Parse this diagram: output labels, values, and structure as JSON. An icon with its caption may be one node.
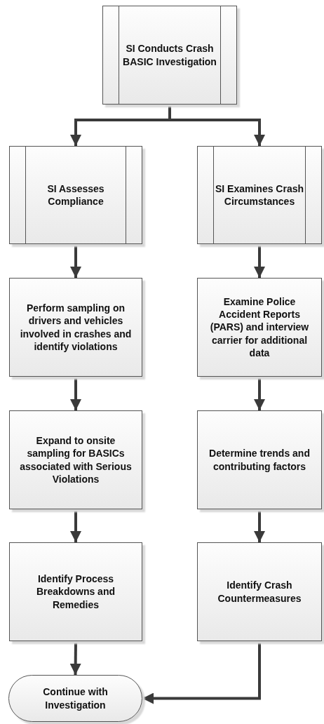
{
  "diagram": {
    "nodes": [
      {
        "text": [
          "SI Conducts Crash BASIC Investigation"
        ]
      },
      {
        "text": [
          "SI Assesses Compliance"
        ]
      },
      {
        "text": [
          "SI Examines Crash Circumstances"
        ]
      },
      {
        "text": [
          "Perform sampling on drivers and vehicles involved in crashes and identify violations"
        ]
      },
      {
        "text": [
          "Examine Police Accident Reports (PARS) and interview carrier for additional data"
        ]
      },
      {
        "text": [
          "Expand to onsite sampling for BASICs associated with Serious Violations"
        ]
      },
      {
        "text": [
          "Determine trends and contributing factors"
        ]
      },
      {
        "text": [
          "Identify Process Breakdowns and Remedies"
        ]
      },
      {
        "text": [
          "Identify Crash Countermeasures"
        ]
      },
      {
        "text": [
          "Continue with Investigation"
        ]
      }
    ],
    "edges": [
      {
        "from": 0,
        "to": 1,
        "arrow": "to"
      },
      {
        "from": 0,
        "to": 2,
        "arrow": "to"
      },
      {
        "from": 1,
        "to": 3,
        "arrow": "to"
      },
      {
        "from": 3,
        "to": 5,
        "arrow": "to"
      },
      {
        "from": 5,
        "to": 7,
        "arrow": "to"
      },
      {
        "from": 7,
        "to": 9,
        "arrow": "to"
      },
      {
        "from": 2,
        "to": 4,
        "arrow": "to"
      },
      {
        "from": 4,
        "to": 6,
        "arrow": "to"
      },
      {
        "from": 6,
        "to": 8,
        "arrow": "to"
      },
      {
        "from": 8,
        "to": 9,
        "arrow": "to"
      }
    ]
  }
}
